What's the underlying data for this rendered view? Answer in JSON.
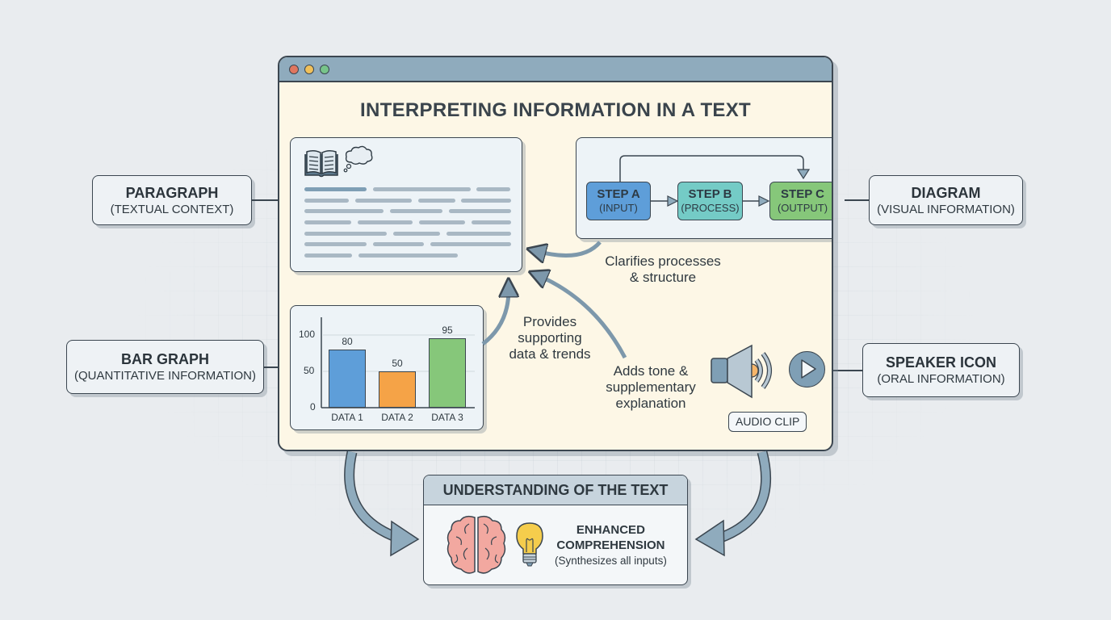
{
  "window": {
    "title": "INTERPRETING INFORMATION IN A TEXT",
    "controls": [
      "close",
      "minimize",
      "maximize"
    ],
    "colors": {
      "titlebar": "#8fabbd",
      "content": "#fdf7e6",
      "close": "#e0765f",
      "minimize": "#f0c05a",
      "maximize": "#77c48a"
    }
  },
  "paragraph_card": {
    "icons": [
      "open-book-icon",
      "thought-bubble-icon"
    ]
  },
  "diagram_card": {
    "steps": [
      {
        "title": "STEP A",
        "subtitle": "(INPUT)",
        "color": "#5e9ed9"
      },
      {
        "title": "STEP B",
        "subtitle": "(PROCESS)",
        "color": "#74cbc6"
      },
      {
        "title": "STEP C",
        "subtitle": "(OUTPUT)",
        "color": "#86c77a"
      }
    ]
  },
  "chart_data": {
    "type": "bar",
    "title": "",
    "categories": [
      "DATA 1",
      "DATA 2",
      "DATA 3"
    ],
    "values": [
      80,
      50,
      95
    ],
    "colors": [
      "#5e9ed9",
      "#f5a347",
      "#86c77a"
    ],
    "yticks": [
      "0",
      "50",
      "100"
    ],
    "ylim": [
      0,
      100
    ],
    "xlabel": "",
    "ylabel": "",
    "grid": true,
    "data_labels": [
      "80",
      "50",
      "95"
    ]
  },
  "annotations": {
    "diagram": [
      "Clarifies processes",
      "& structure"
    ],
    "chart": [
      "Provides",
      "supporting",
      "data & trends"
    ],
    "audio": [
      "Adds tone &",
      "supplementary",
      "explanation"
    ]
  },
  "audio": {
    "callout": "AUDIO CLIP",
    "icons": [
      "speaker-icon",
      "play-button-icon"
    ]
  },
  "side_labels": {
    "paragraph": {
      "title": "PARAGRAPH",
      "subtitle": "(TEXTUAL CONTEXT)"
    },
    "bar_graph": {
      "title": "BAR GRAPH",
      "subtitle": "(QUANTITATIVE INFORMATION)"
    },
    "diagram": {
      "title": "DIAGRAM",
      "subtitle": "(VISUAL INFORMATION)"
    },
    "speaker": {
      "title": "SPEAKER ICON",
      "subtitle": "(ORAL INFORMATION)"
    }
  },
  "understanding": {
    "title": "UNDERSTANDING OF THE TEXT",
    "line1": "ENHANCED",
    "line2": "COMPREHENSION",
    "note": "(Synthesizes all inputs)",
    "icons": [
      "brain-icon",
      "lightbulb-icon"
    ]
  }
}
